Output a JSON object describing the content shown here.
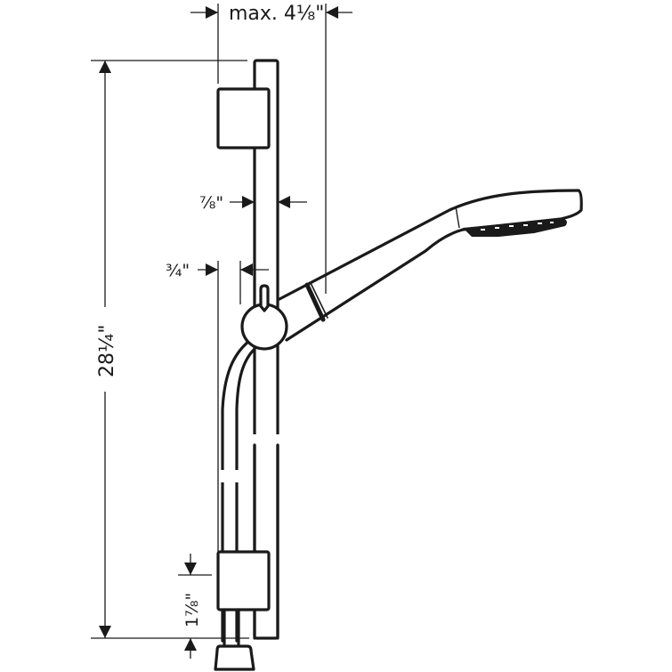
{
  "diagram": {
    "type": "technical-dimension-drawing",
    "subject": "shower rail set with hand shower, slider and hose",
    "line_color": "#1a1a1a",
    "background": "#ffffff"
  },
  "dimensions": {
    "handshower_projection": {
      "label": "max. 4⅛\"",
      "value_in": 4.125,
      "orientation": "horizontal"
    },
    "overall_height": {
      "label": "28¼\"",
      "value_in": 28.25,
      "orientation": "vertical"
    },
    "rail_width": {
      "label": "⅞\"",
      "value_in": 0.875,
      "orientation": "horizontal"
    },
    "hose_offset": {
      "label": "¾\"",
      "value_in": 0.75,
      "orientation": "horizontal"
    },
    "bottom_bracket_height": {
      "label": "1⅞\"",
      "value_in": 1.875,
      "orientation": "vertical"
    }
  },
  "components": [
    {
      "id": "wall-rail",
      "name": "Wall bar / rail"
    },
    {
      "id": "top-bracket",
      "name": "Top wall bracket"
    },
    {
      "id": "bottom-bracket",
      "name": "Bottom wall bracket"
    },
    {
      "id": "slider",
      "name": "Slider with knob"
    },
    {
      "id": "hand-shower",
      "name": "Hand shower"
    },
    {
      "id": "hose",
      "name": "Shower hose"
    },
    {
      "id": "hose-nut",
      "name": "Hose connection nut"
    }
  ]
}
